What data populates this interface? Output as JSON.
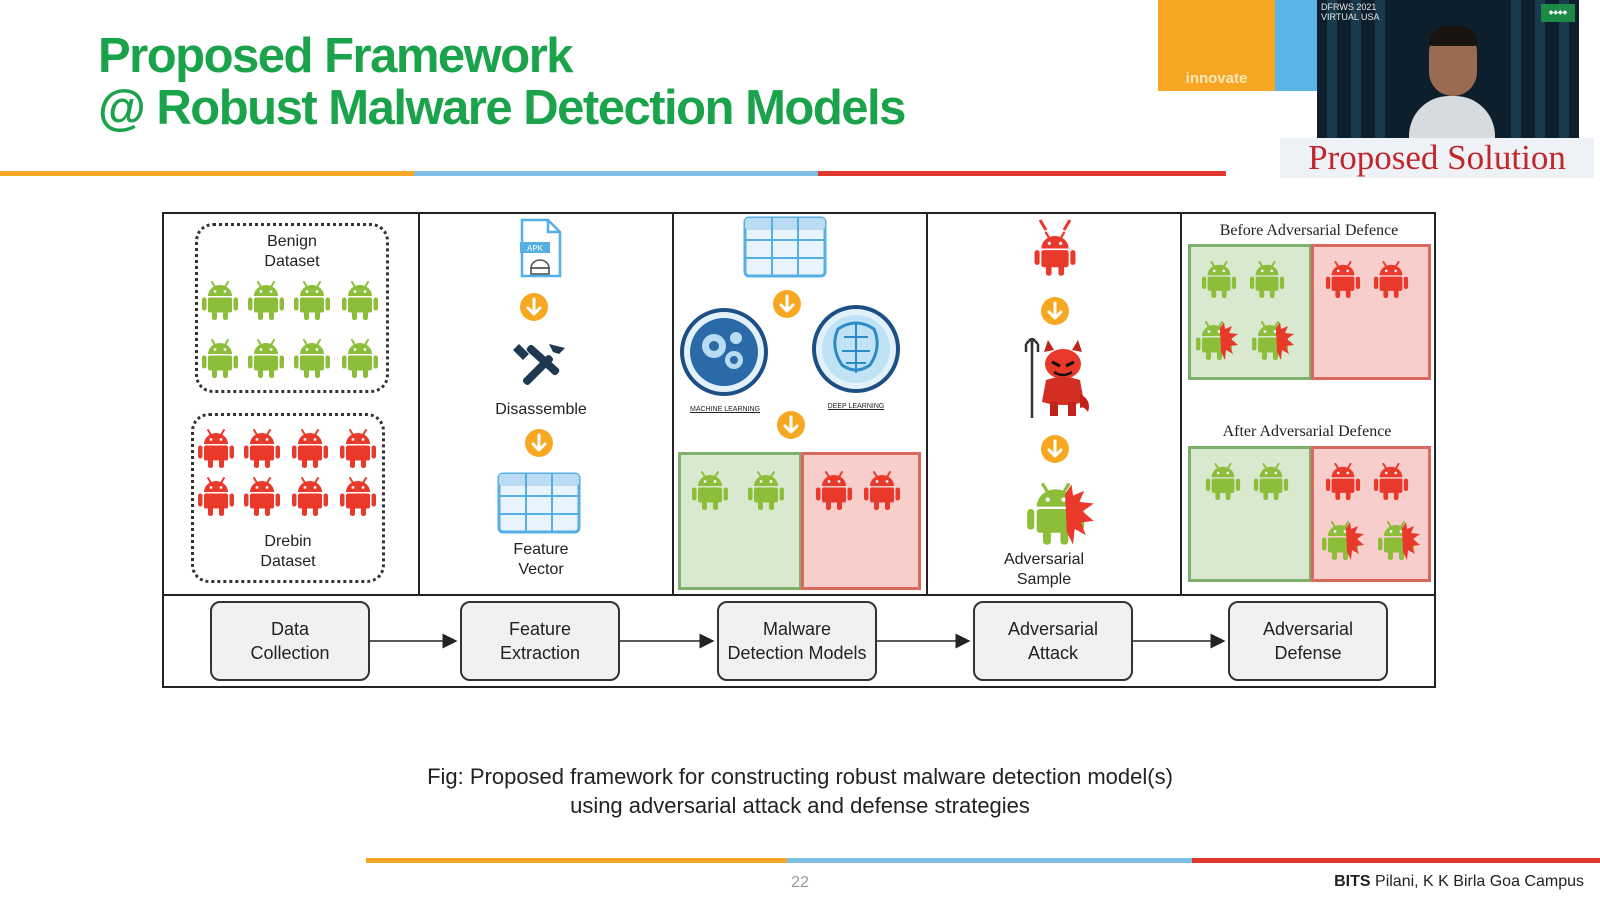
{
  "slide": {
    "title_line1": "Proposed Framework",
    "title_line2": "@ Robust Malware Detection Models",
    "banner_word": "innovate",
    "video_label_line1": "DFRWS 2021",
    "video_label_line2": "VIRTUAL USA",
    "video_caption": "Proposed Solution",
    "page_number": "22",
    "footer_bold": "BITS",
    "footer_rest": " Pilani, K K Birla Goa Campus",
    "caption_line1": "Fig: Proposed framework for constructing robust malware detection model(s)",
    "caption_line2": "using adversarial attack and defense strategies"
  },
  "diagram": {
    "benign_label_1": "Benign",
    "benign_label_2": "Dataset",
    "drebin_label_1": "Drebin",
    "drebin_label_2": "Dataset",
    "apk_label": "APK",
    "disassemble_label": "Disassemble",
    "feature_vector_1": "Feature",
    "feature_vector_2": "Vector",
    "ml_label": "MACHINE LEARNING",
    "dl_label": "DEEP LEARNING",
    "adversarial_sample_1": "Adversarial",
    "adversarial_sample_2": "Sample",
    "before_defence": "Before Adversarial Defence",
    "after_defence": "After Adversarial Defence",
    "steps": [
      {
        "label": "Data\nCollection"
      },
      {
        "label": "Feature\nExtraction"
      },
      {
        "label": "Malware\nDetection Models"
      },
      {
        "label": "Adversarial\nAttack"
      },
      {
        "label": "Adversarial\nDefense"
      }
    ]
  },
  "colors": {
    "title_green": "#1aa34a",
    "bar_orange": "#f5a623",
    "bar_blue": "#7fbfe6",
    "bar_red": "#e03a2f",
    "android_green": "#8cbe3a",
    "android_red": "#e8392b",
    "arrow_orange": "#f7a823"
  },
  "icons": [
    "android-benign-icon",
    "android-malware-icon",
    "apk-file-icon",
    "tools-icon",
    "down-arrow-icon",
    "table-icon",
    "machine-learning-icon",
    "deep-learning-icon",
    "devil-icon",
    "adversarial-android-icon"
  ]
}
